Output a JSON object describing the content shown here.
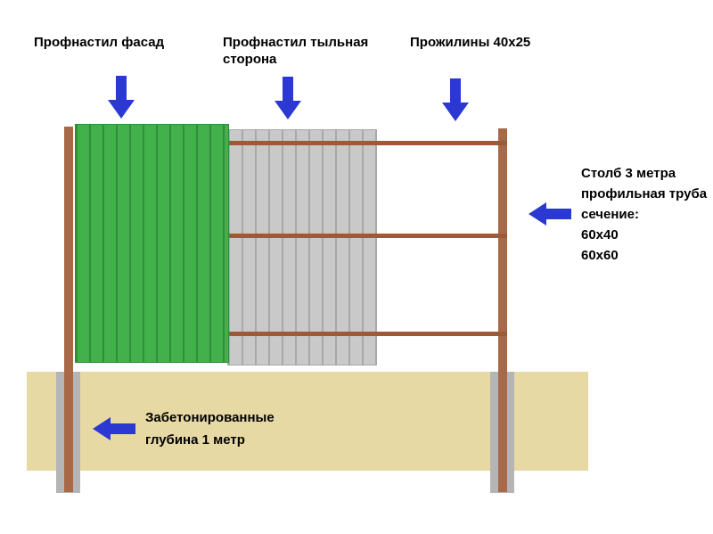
{
  "diagram": {
    "labels": {
      "facade_panel": "Профнастил фасад",
      "back_panel": "Профнастил тыльная сторона",
      "rails": "Прожилины 40х25",
      "post_note": {
        "lines": [
          "Столб 3 метра",
          "профильная труба",
          "сечение:",
          "60х40",
          "60х60"
        ]
      },
      "concrete_note": {
        "lines": [
          "Забетонированные",
          "глубина 1 метр"
        ]
      }
    }
  },
  "colors": {
    "arrow": "#2b38d1",
    "green_panel": "#43b14b",
    "green_stripe": "#2f8f3a",
    "gray_panel": "#c9c9c9",
    "gray_stripe": "#a8a8a8",
    "post": "#a86948",
    "rail": "#9c5a38",
    "ground": "#e6d9a4",
    "concrete": "#b5b5b5"
  }
}
